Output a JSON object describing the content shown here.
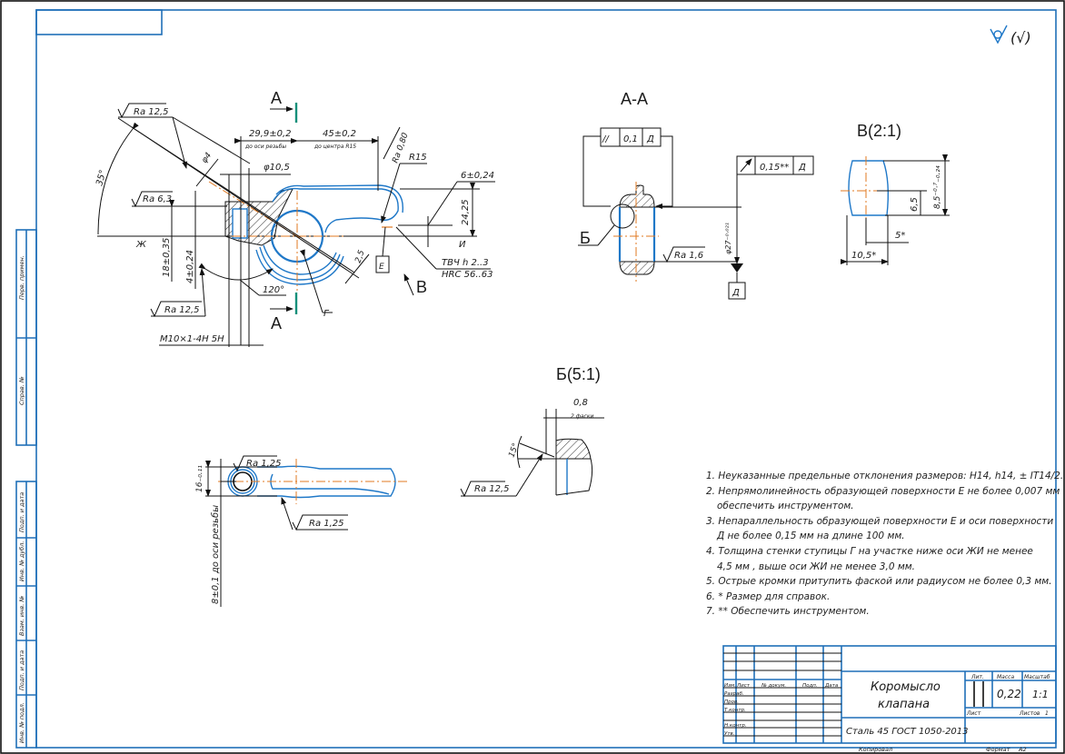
{
  "drawing": {
    "title_line1": "Коромысло",
    "title_line2": "клапана",
    "material": "Сталь 45 ГОСТ 1050-2013",
    "mass": "0,22",
    "scale": "1:1",
    "sheet_label": "Лист",
    "sheets_label": "Листов",
    "sheets_count": "1",
    "lit_label": "Лит.",
    "mass_label": "Масса",
    "scale_label": "Масштаб",
    "copied_label": "Копировал",
    "format_label": "Формат",
    "format_value": "А2",
    "stamp_headers": [
      "Изм.",
      "Лист",
      "№ докум.",
      "Подп.",
      "Дата"
    ],
    "stamp_roles": [
      "Разраб.",
      "Пров.",
      "Т.контр.",
      "",
      "Н.контр.",
      "Утв."
    ],
    "side_labels": [
      "Перв. примен.",
      "Справ. №",
      "Подп. и дата",
      "Инв. № дубл.",
      "Взам. инв. №",
      "Подп. и дата",
      "Инв. № подл."
    ],
    "roughness_general": "(√)"
  },
  "main_view": {
    "section_mark_top": "А",
    "section_mark_bottom": "А",
    "ra_top": "Ra 12,5",
    "angle_35": "35°",
    "dim_phi4": "φ4",
    "dim_29_9": "29,9±0,2",
    "dim_29_9_note": "до оси резьбы",
    "dim_45": "45±0,2",
    "dim_45_note": "до центра R15",
    "dim_phi10_5": "φ10,5",
    "ra_080": "Ra 0,80",
    "r15": "R15",
    "dim_6": "6±0,24",
    "dim_24_25": "24,25",
    "ra_6_3": "Ra 6,3",
    "axis_zh": "Ж",
    "axis_i": "И",
    "dim_18": "18±0,35",
    "dim_4": "4±0,24",
    "ra_bottom": "Ra 12,5",
    "angle_120": "120°",
    "dim_2_5": "2,5",
    "label_g": "Г",
    "label_e": "Е",
    "hardening_1": "ТВЧ h 2..3",
    "hardening_2": "HRC 56..63",
    "view_b": "В",
    "thread": "M10×1-4H 5H"
  },
  "section_aa": {
    "title": "А-А",
    "tol1_symbol": "//",
    "tol1_value": "0,1",
    "tol1_datum": "Д",
    "tol2_symbol": "↗",
    "tol2_value": "0,15**",
    "tol2_datum": "Д",
    "label_b": "Б",
    "ra": "Ra 1,6",
    "dim_phi27": "φ27⁻⁰·⁰²¹",
    "datum": "Д"
  },
  "view_v": {
    "title": "В(2:1)",
    "dim_6_5": "6,5",
    "dim_h": "8,5⁻⁰·⁷₋₀.₂₄",
    "dim_5": "5*",
    "dim_10_5": "10,5*"
  },
  "detail_b": {
    "title": "Б(5:1)",
    "dim_0_8": "0,8",
    "dim_note": "2 фаски",
    "angle": "15°",
    "ra": "Ra 12,5"
  },
  "top_view": {
    "ra_1": "Ra 1,25",
    "ra_2": "Ra 1,25",
    "dim_16": "16₋₀.₁₁",
    "dim_8": "8±0,1 до оси резьбы"
  },
  "notes": [
    "1. Неуказанные предельные отклонения размеров: H14, h14, ± IT14/2.",
    "2. Непрямолинейность образующей поверхности Е не более 0,007 мм",
    "обеспечить инструментом.",
    "3. Непараллельность образующей поверхности Е и оси поверхности",
    "Д не более 0,15 мм на длине 100 мм.",
    "4. Толщина стенки ступицы Г на участке ниже оси ЖИ не менее",
    "4,5 мм , выше оси ЖИ не менее 3,0 мм.",
    "5. Острые кромки притупить фаской или радиусом не более 0,3 мм.",
    "6. * Размер для справок.",
    "7. ** Обеспечить инструментом."
  ],
  "colors": {
    "frame": "#1f6fb8",
    "contour": "#1f78c8",
    "axis": "#e07820",
    "section": "#12907a"
  }
}
